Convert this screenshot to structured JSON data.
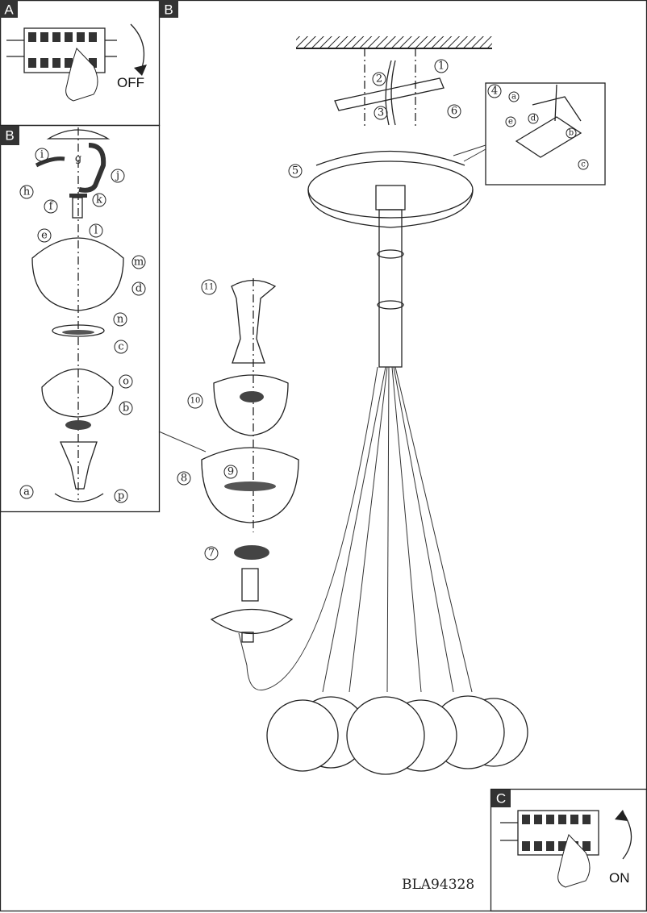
{
  "panels": {
    "a": "A",
    "b": "B",
    "c": "C",
    "left_detail": "B"
  },
  "panel_a": {
    "switch_label": "OFF"
  },
  "panel_c": {
    "switch_label": "ON"
  },
  "model_code": "BLA94328",
  "left_steps": {
    "i": "i",
    "g": "g",
    "j": "j",
    "h": "h",
    "f": "f",
    "k": "k",
    "e": "e",
    "l": "l",
    "m": "m",
    "d": "d",
    "n": "n",
    "c": "c",
    "o": "o",
    "b": "b",
    "a": "a",
    "p": "p"
  },
  "main_steps": {
    "s1": "1",
    "s2": "2",
    "s3": "3",
    "s4": "4",
    "s5": "5",
    "s6": "6",
    "s7": "7",
    "s8": "8",
    "s9": "9",
    "s10": "10",
    "s11": "11"
  },
  "detail_steps": {
    "a": "a",
    "b": "b",
    "c": "c",
    "d": "d",
    "e": "e"
  }
}
